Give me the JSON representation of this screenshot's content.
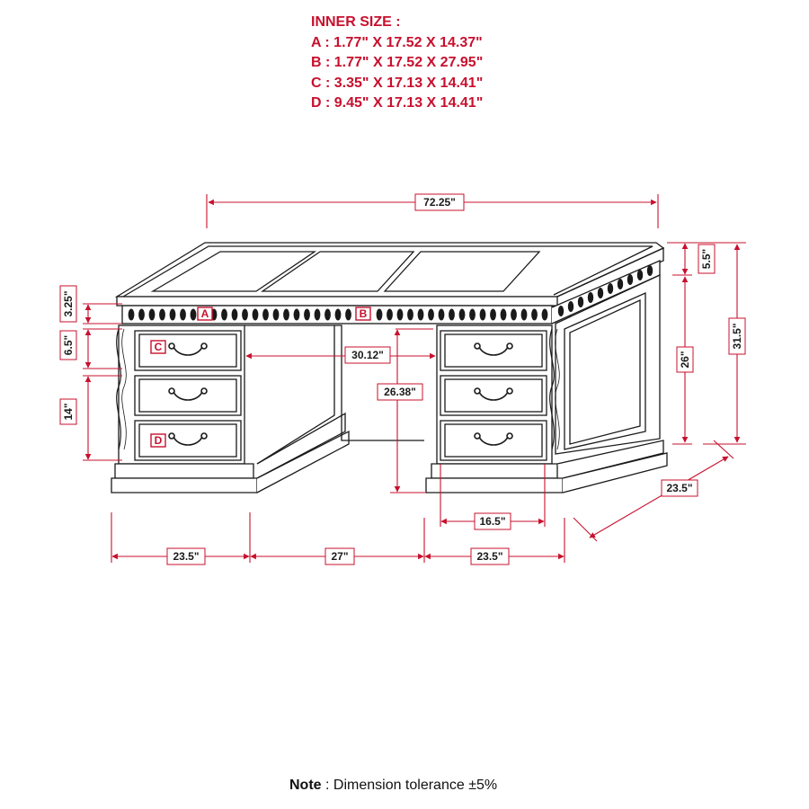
{
  "inner_size": {
    "title": "INNER SIZE :",
    "items": [
      {
        "letter": "A",
        "text": "A : 1.77\" X 17.52 X 14.37\""
      },
      {
        "letter": "B",
        "text": "B : 1.77\" X 17.52 X 27.95\""
      },
      {
        "letter": "C",
        "text": "C : 3.35\" X 17.13 X 14.41\""
      },
      {
        "letter": "D",
        "text": "D : 9.45\" X 17.13 X 14.41\""
      }
    ]
  },
  "dimensions": {
    "overall_width": "72.25\"",
    "top_thickness": "5.5\"",
    "height_total": "31.5\"",
    "height_inner": "26\"",
    "depth": "23.5\"",
    "apron_height": "3.25\"",
    "top_drawer_height": "6.5\"",
    "bottom_drawer_height": "14\"",
    "kneehole_width": "30.12\"",
    "kneehole_height": "26.38\"",
    "drawer_width": "16.5\"",
    "left_pedestal_width": "23.5\"",
    "kneehole_opening": "27\"",
    "right_pedestal_width": "23.5\""
  },
  "labels": {
    "a": "A",
    "b": "B",
    "c": "C",
    "d": "D"
  },
  "colors": {
    "dimension": "#c8102e",
    "line": "#1a1a1a"
  },
  "note": {
    "label": "Note",
    "text": " : Dimension tolerance ±5%"
  }
}
